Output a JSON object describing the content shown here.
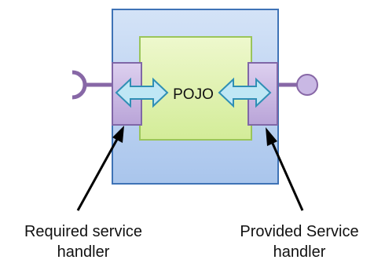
{
  "component": {
    "center_label": "POJO"
  },
  "captions": {
    "required_handler": [
      "Required service",
      "handler"
    ],
    "provided_handler": [
      "Provided Service",
      "handler"
    ]
  },
  "colors": {
    "container_fill": "#bcd3f2",
    "container_stroke": "#3f73b6",
    "pojo_fill": "#e2f3b4",
    "pojo_stroke": "#9ac55a",
    "handler_fill": "#c8b7e0",
    "handler_stroke": "#8067a7",
    "arrow_fill": "#bfe7f5",
    "arrow_stroke": "#2f8fb5",
    "port_color": "#8767a6",
    "pointer_color": "#000000"
  }
}
